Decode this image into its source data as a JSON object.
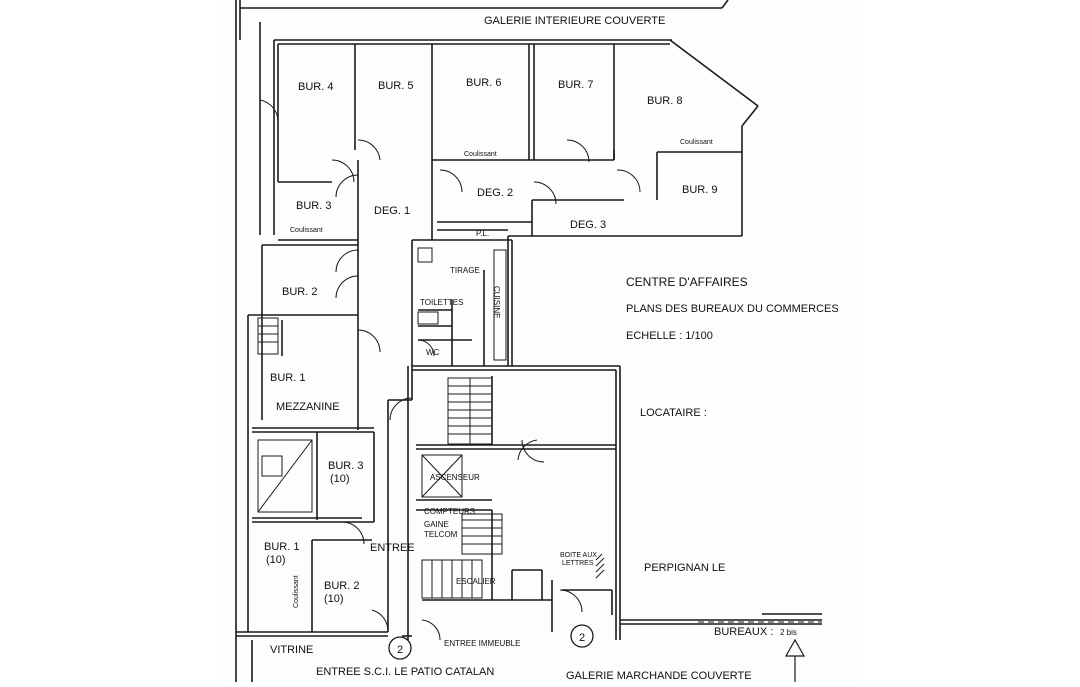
{
  "plan": {
    "title": "CENTRE D'AFFAIRES",
    "subtitle": "PLANS DES BUREAUX DU COMMERCES",
    "scale": "ECHELLE : 1/100",
    "tenant": "LOCATAIRE :",
    "city": "PERPIGNAN LE",
    "top_gallery": "GALERIE INTERIEURE COUVERTE",
    "bottom_gallery": "GALERIE MARCHANDE COUVERTE",
    "entrance_sci": "ENTREE S.C.I. LE PATIO CATALAN",
    "entrance_building": "ENTREE IMMEUBLE",
    "showcase": "VITRINE",
    "offices_ref": "BUREAUX :",
    "offices_ref_num": "2 bis",
    "marker_1": "2",
    "marker_2": "2",
    "colors": {
      "ink": "#1a1a1a",
      "paper": "#fdfdfd"
    }
  },
  "rooms": {
    "bur4": "BUR. 4",
    "bur5": "BUR. 5",
    "bur6": "BUR. 6",
    "bur7": "BUR. 7",
    "bur8": "BUR. 8",
    "bur9": "BUR. 9",
    "bur3": "BUR. 3",
    "bur2": "BUR. 2",
    "bur1": "BUR. 1",
    "mezzanine": "MEZZANINE",
    "deg1": "DEG. 1",
    "deg2": "DEG. 2",
    "deg3": "DEG. 3",
    "pl": "P.L.",
    "tirage": "TIRAGE",
    "toilettes": "TOILETTES",
    "wc": "WC",
    "cuisine": "CUISINE",
    "bur3_low": "BUR. 3",
    "bur3_low_num": "(10)",
    "bur1_low": "BUR. 1",
    "bur1_low_num": "(10)",
    "bur2_low": "BUR. 2",
    "bur2_low_num": "(10)",
    "entree": "ENTREE",
    "ascenseur": "ASCENSEUR",
    "compteurs": "COMPTEURS",
    "gaine": "GAINE",
    "telcom": "TELCOM",
    "escalier": "ESCALIER",
    "boite1": "BOITE AUX",
    "boite2": "LETTRES",
    "coulissant_6": "Coulissant",
    "coulissant_8": "Coulissant",
    "coulissant_3": "Coulissant",
    "coulissant_side": "Coulissant"
  }
}
